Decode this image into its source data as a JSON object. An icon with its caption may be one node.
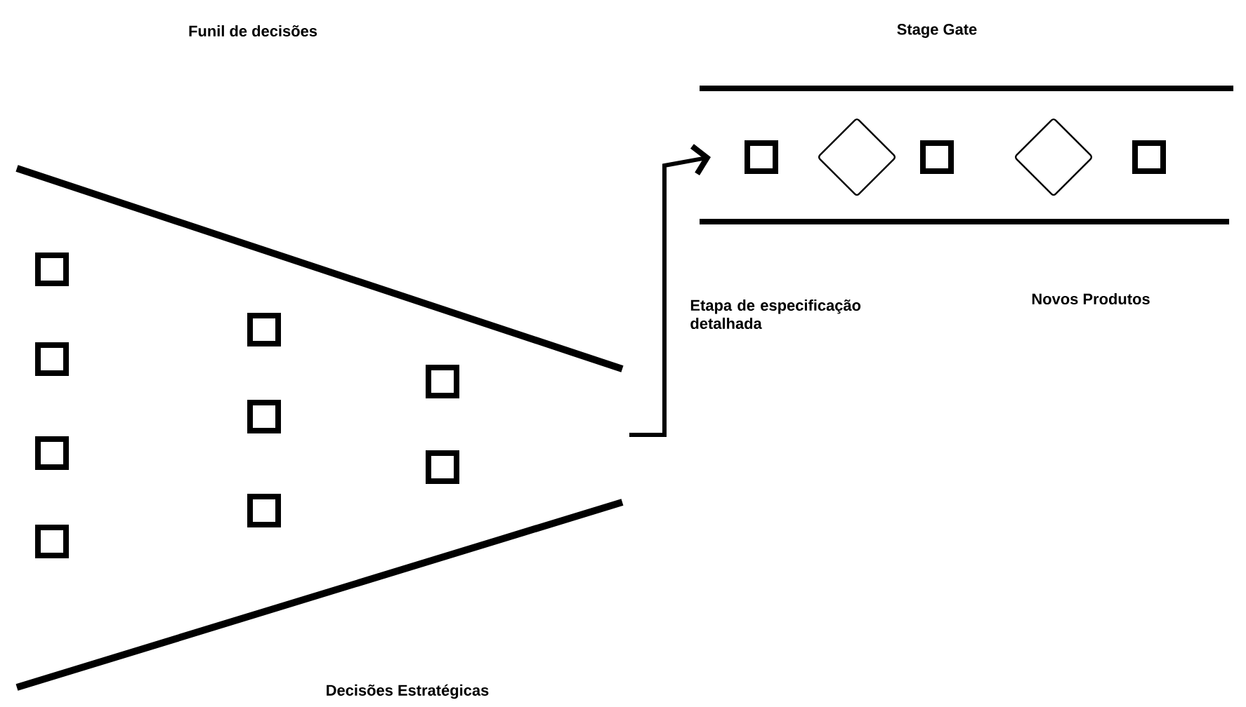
{
  "diagram": {
    "nodes": [
      {
        "text": [],
        "shape": "box"
      },
      {
        "text": [],
        "shape": "box"
      },
      {
        "text": [],
        "shape": "box"
      },
      {
        "text": [],
        "shape": "box"
      },
      {
        "text": [],
        "shape": "box"
      },
      {
        "text": [],
        "shape": "box"
      },
      {
        "text": [],
        "shape": "box"
      },
      {
        "text": [],
        "shape": "box"
      },
      {
        "text": [],
        "shape": "box"
      },
      {
        "text": [],
        "shape": "box"
      },
      {
        "text": [],
        "shape": "diamond"
      },
      {
        "text": [],
        "shape": "box"
      },
      {
        "text": [],
        "shape": "diamond"
      },
      {
        "text": [],
        "shape": "box"
      }
    ],
    "edges": [
      {
        "from": null,
        "to": 9,
        "arrow": "to"
      }
    ],
    "labels": [
      "Funil de decisões",
      "Stage Gate",
      "Etapa de especificação detalhada",
      "Novos Produtos",
      "Decisões Estratégicas"
    ]
  }
}
